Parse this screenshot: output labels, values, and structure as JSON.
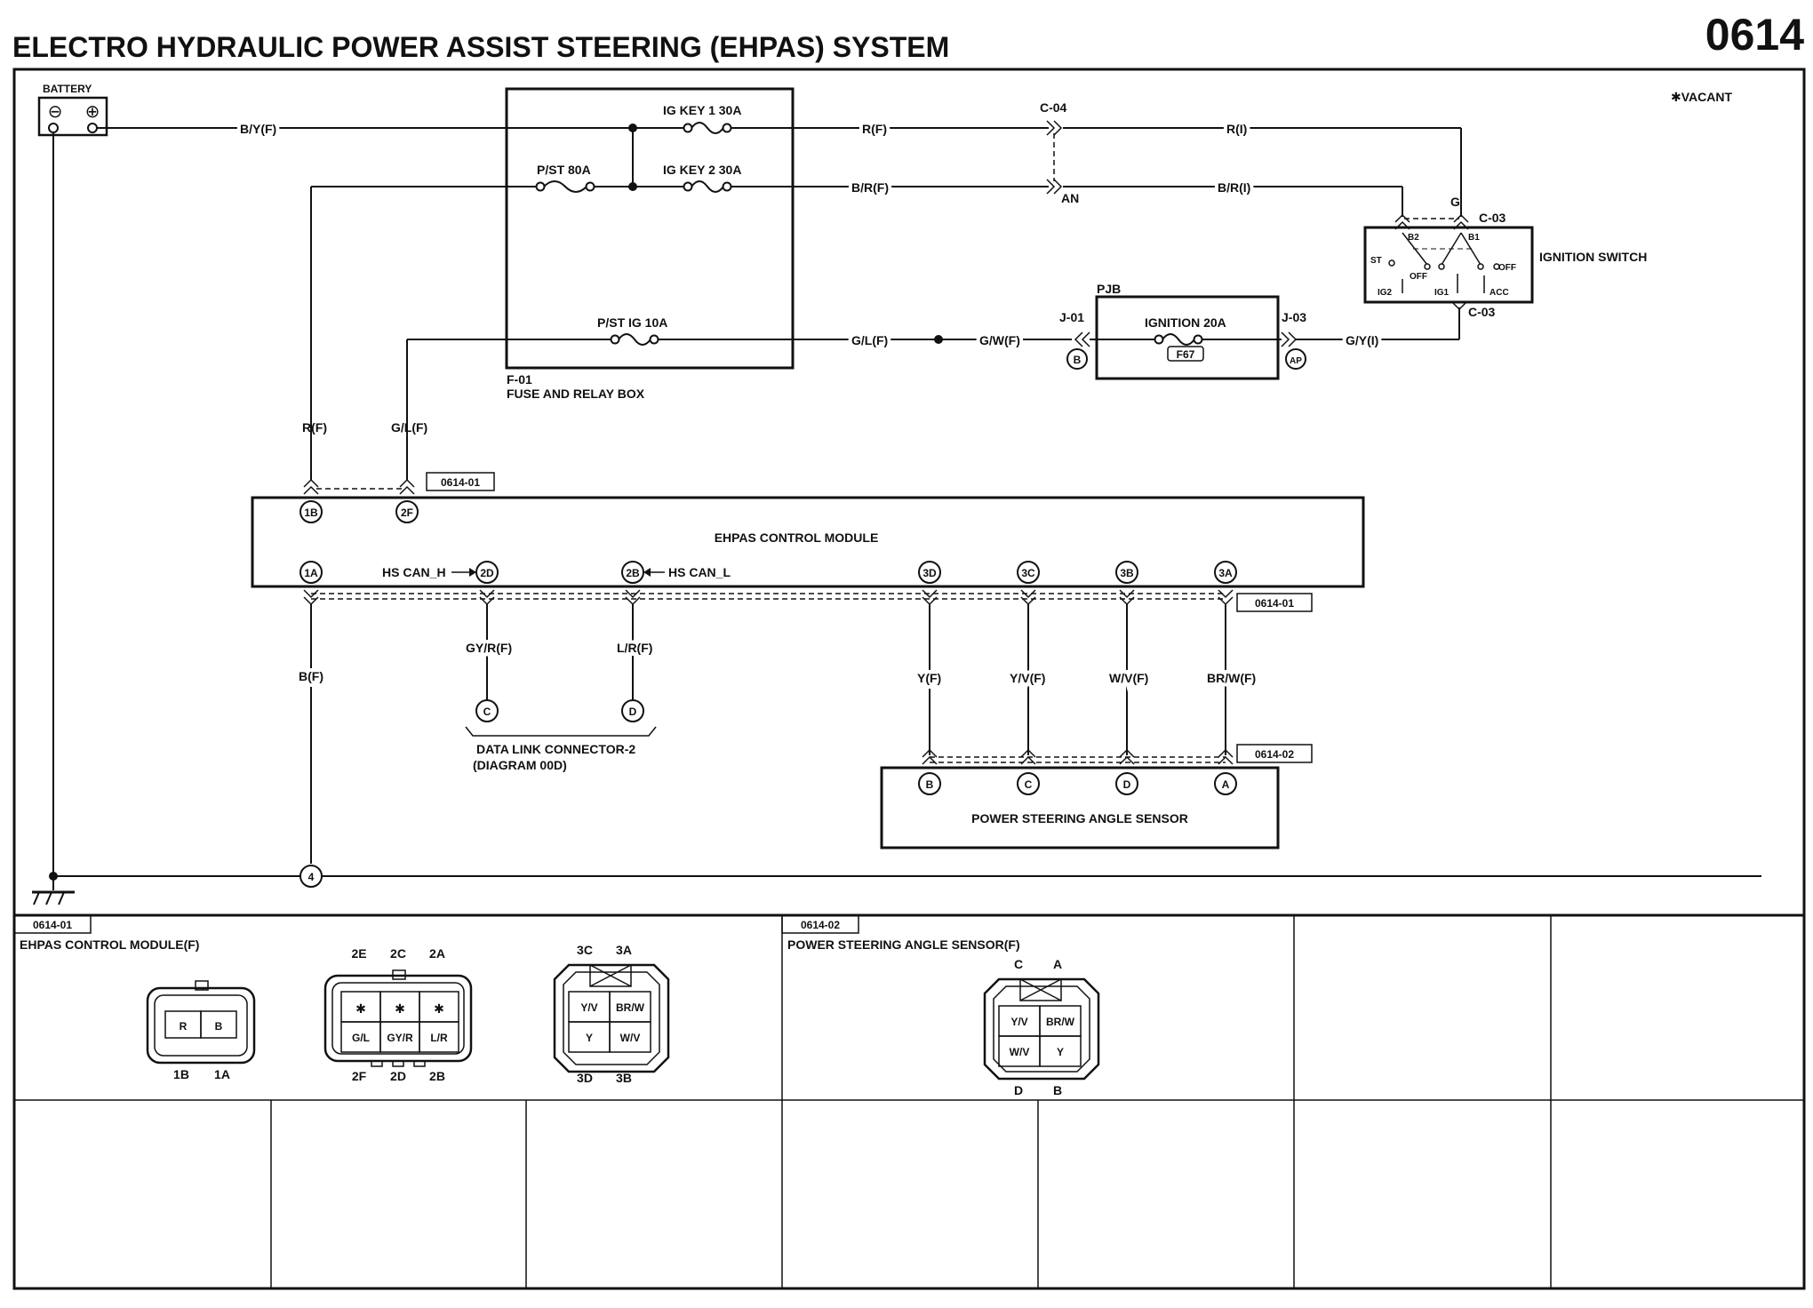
{
  "page": {
    "title": "ELECTRO HYDRAULIC POWER ASSIST STEERING (EHPAS) SYSTEM",
    "number": "0614",
    "vacant_note": "✱VACANT"
  },
  "battery": {
    "label": "BATTERY",
    "minus": "⊖",
    "plus": "⊕"
  },
  "fuse_box": {
    "id": "F-01",
    "name": "FUSE AND RELAY BOX",
    "fuses": {
      "ig_key1": "IG KEY 1 30A",
      "ig_key2": "IG KEY 2 30A",
      "pst": "P/ST 80A",
      "pst_ig": "P/ST IG 10A"
    }
  },
  "wires": {
    "by_f": "B/Y(F)",
    "r_f_top": "R(F)",
    "r_i": "R(I)",
    "br_f": "B/R(F)",
    "br_i": "B/R(I)",
    "gl_f_right": "G/L(F)",
    "gw_f": "G/W(F)",
    "gy_i": "G/Y(I)",
    "r_f_left": "R(F)",
    "gl_f_left": "G/L(F)",
    "b_f": "B(F)",
    "gyr_f": "GY/R(F)",
    "lr_f": "L/R(F)",
    "y_f": "Y(F)",
    "yv_f": "Y/V(F)",
    "wv_f": "W/V(F)",
    "brw_f": "BR/W(F)"
  },
  "connectors": {
    "c04": "C-04",
    "an": "AN",
    "g": "G",
    "c03_top": "C-03",
    "c03_bot": "C-03",
    "j01": "J-01",
    "j03": "J-03",
    "b": "B",
    "ap": "AP"
  },
  "pjb": {
    "label": "PJB",
    "fuse": "IGNITION 20A",
    "code": "F67"
  },
  "ignition_switch": {
    "label": "IGNITION SWITCH",
    "terminals": {
      "b2": "B2",
      "b1": "B1",
      "st": "ST",
      "off1": "OFF",
      "off2": "OFF",
      "ig2": "IG2",
      "ig1": "IG1",
      "acc": "ACC"
    }
  },
  "ehpas_module": {
    "label": "EHPAS CONTROL MODULE",
    "ref_top": "0614-01",
    "ref_bottom": "0614-01",
    "pins": {
      "p1b": "1B",
      "p2f": "2F",
      "p1a": "1A",
      "p2d": "2D",
      "p2b": "2B",
      "p3d": "3D",
      "p3c": "3C",
      "p3b": "3B",
      "p3a": "3A"
    },
    "can_h": "HS CAN_H",
    "can_l": "HS CAN_L"
  },
  "dlc": {
    "pin_c": "C",
    "pin_d": "D",
    "label": "DATA LINK CONNECTOR-2",
    "sub": "(DIAGRAM 00D)"
  },
  "sensor": {
    "label": "POWER STEERING ANGLE SENSOR",
    "ref": "0614-02",
    "pins": {
      "b": "B",
      "c": "C",
      "d": "D",
      "a": "A"
    }
  },
  "ground": {
    "node": "4"
  },
  "connector_views": {
    "ehpas": {
      "ref": "0614-01",
      "title": "EHPAS CONTROL MODULE(F)",
      "c1": {
        "cells": [
          "R",
          "B"
        ],
        "bottom": [
          "1B",
          "1A"
        ]
      },
      "c2": {
        "top": [
          "2E",
          "2C",
          "2A"
        ],
        "row1": [
          "✱",
          "✱",
          "✱"
        ],
        "row2": [
          "G/L",
          "GY/R",
          "L/R"
        ],
        "bottom": [
          "2F",
          "2D",
          "2B"
        ]
      },
      "c3": {
        "top": [
          "3C",
          "3A"
        ],
        "row1": [
          "Y/V",
          "BR/W"
        ],
        "row2": [
          "Y",
          "W/V"
        ],
        "bottom": [
          "3D",
          "3B"
        ]
      }
    },
    "sensor": {
      "ref": "0614-02",
      "title": "POWER STEERING ANGLE SENSOR(F)",
      "top": [
        "C",
        "A"
      ],
      "row1": [
        "Y/V",
        "BR/W"
      ],
      "row2": [
        "W/V",
        "Y"
      ],
      "bottom": [
        "D",
        "B"
      ]
    }
  }
}
